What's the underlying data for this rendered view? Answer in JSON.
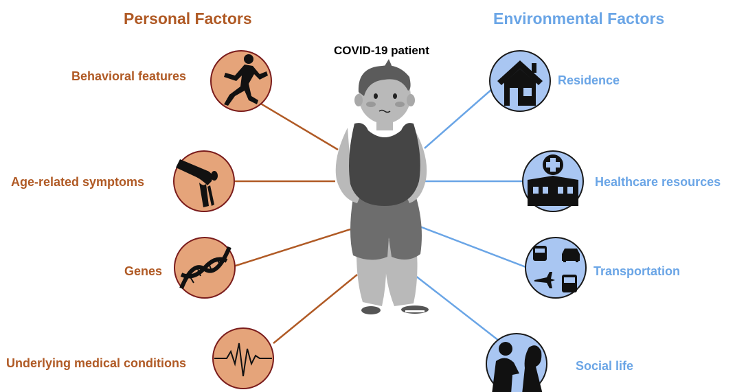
{
  "headings": {
    "personal": "Personal Factors",
    "environmental": "Environmental Factors"
  },
  "patient": {
    "title": "COVID-19 patient"
  },
  "personal_factors": [
    {
      "label": "Behavioral features",
      "icon": "running-person-icon"
    },
    {
      "label": "Age-related symptoms",
      "icon": "knee-joint-icon"
    },
    {
      "label": "Genes",
      "icon": "dna-icon"
    },
    {
      "label": "Underlying medical conditions",
      "icon": "heartbeat-icon"
    }
  ],
  "environmental_factors": [
    {
      "label": "Residence",
      "icon": "house-icon"
    },
    {
      "label": "Healthcare resources",
      "icon": "hospital-icon"
    },
    {
      "label": "Transportation",
      "icon": "transportation-icon"
    },
    {
      "label": "Social life",
      "icon": "people-talking-icon"
    }
  ],
  "colors": {
    "personal_text": "#b05a25",
    "personal_circle_fill": "#e5a47a",
    "personal_connector": "#b05a25",
    "environmental_text": "#6aa5e6",
    "environmental_circle_fill": "#a9c6f2",
    "environmental_connector": "#6aa5e6",
    "circle_stroke": "#7a1c1c",
    "icon": "#111111"
  }
}
